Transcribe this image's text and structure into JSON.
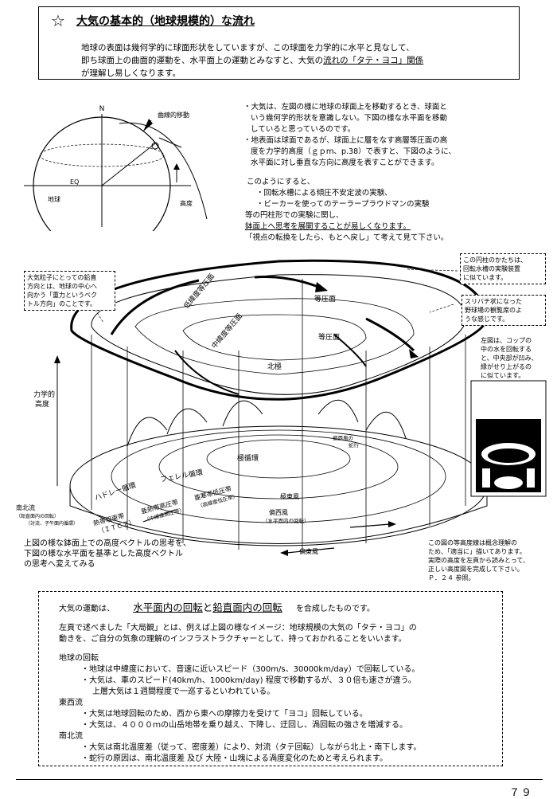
{
  "header": {
    "star": "☆",
    "title": "大気の基本的（地球規模的）な流れ",
    "intro_line1": "地球の表面は幾何学的に球面形状をしていますが、この球面を力学的に水平と見なして、",
    "intro_line2": "即ち球面上の曲面的運動を、水平面上の運動とみなすと、大気の",
    "intro_line2_u": "流れの「タテ・ヨコ」関係",
    "intro_line3": "が理解し易しくなります。"
  },
  "globe": {
    "n_label": "N",
    "curve_label": "曲線的移動",
    "eq_label": "EQ",
    "earth_label": "地球",
    "height_label": "高度"
  },
  "notes": {
    "n1": "・大気は、左図の様に地球の球面上を移動するとき、球面と",
    "n2": "いう幾何学的形状を意識しない。下図の様な水平面を移動",
    "n3": "していると思っているのです。",
    "n4": "・地表面は球面であるが、球面上に層をなす高層等圧面の高",
    "n5": "度を力学的高度（ｇｐｍ、p.38）で表すと、下図のように、",
    "n6": "水平面に対し垂直な方向に高度を表すことができます。",
    "m1": "このようにすると、",
    "m2": "・回転水槽による傾圧不安定波の実験、",
    "m3": "・ビーカーを使ってのテーラープラウドマンの実験",
    "m4": "等の円柱形での実験に関し、",
    "m5": "鉢面上へ思考を展開することが易しくなります。",
    "m6": "「視点の転換をしたら、もとへ戻し」て考えて見て下さい。"
  },
  "diagram": {
    "left_callout_1": "大気粒子にとっての鉛直",
    "left_callout_2": "方向とは、地球の中心へ",
    "left_callout_3": "向かう「重力というベク",
    "left_callout_4": "トル方向」のことです。",
    "upper_isobar": "低緯度等圧面",
    "mid_isobar": "中緯度等圧面",
    "isobar_right": "等圧面",
    "isobar_right2": "等圧面",
    "north_pole": "北極",
    "dyn_height_1": "力学的",
    "dyn_height_2": "高度",
    "hadley": "ハドレー循環",
    "ferrel": "フェレル循環",
    "polar": "極循環",
    "subtrop": "亜熱帯高圧帯",
    "subtrop_sub": "（中緯度高圧帯）",
    "subpolar": "亜寒帯低圧帯",
    "subpolar_sub": "（高緯度低圧帯）",
    "itcz_1": "熱帯収束帯",
    "itcz_2": "（ＩＴＣＺ）",
    "polar_east": "極東風",
    "westerly": "偏西風",
    "westerly_sub": "（水平面内の回転）",
    "easterly": "偏東風",
    "ns_flow_1": "南北流",
    "ns_flow_2": "（鉛直面内の回転）",
    "ns_flow_3": "（対流、子午面内循環）",
    "wave_note_1": "偏西風の",
    "wave_note_2": "蛇行",
    "rc1": "この円柱のかたちは、",
    "rc2": "回転水槽の実験装置",
    "rc3": "に似ています。",
    "rc4": "スリバチ状になった",
    "rc5": "野球場の観覧席のよ",
    "rc6": "うな感じです。",
    "rc7": "左図は、コップの",
    "rc8": "中の水を回転する",
    "rc9": "と、中央部が凹み、",
    "rc10": "縁がせり上がるの",
    "rc11": "に似ています。",
    "bl1": "上図の様な鉢面上での高度ベクトルの思考を、",
    "bl2": "下図の様な水平面を基準とした高度ベクトル",
    "bl3": "の思考へ変えてみる",
    "br1": "この図の等高度線は概念理解の",
    "br2": "ため、「適当に」描いてあります。",
    "br3": "実際の高度を左頁から読みとって、",
    "br4": "正しい高度図を完成して下さい。",
    "br5": "Ｐ．２４ 参照。"
  },
  "bottom": {
    "l1a": "大気の運動は、",
    "l1b": "水平面内の回転",
    "l1c": "と",
    "l1d": "鉛直面内の回転",
    "l1e": "を合成したものです。",
    "l2": "左頁で述べました「大局観」とは、例えば上図の様なイメージ：地球規模の大気の「タテ・ヨコ」の",
    "l3": "動きを、ご自分の気象の理解のインフラストラクチャーとして、持っておかれることをいいます。",
    "h1": "地球の回転",
    "e1": "・地球は中緯度において、音速に近いスピード（300m/s、30000km/day）で回転している。",
    "e2": "・大気は、車のスピード(40km/h、1000km/day) 程度で移動するが、３０倍も速さが違う。",
    "e3": "上層大気は１週間程度で一巡するといわれている。",
    "h2": "東西流",
    "w1": "・大気は地球回転のため、西から東への摩擦力を受けて「ヨコ」回転している。",
    "w2": "・大気は、４０００ｍの山岳地帯を乗り越え、下降し、迂回し、渦回転の強さを増減する。",
    "h3": "南北流",
    "s1": "・大気は南北温度差（従って、密度差）により、対流（タテ回転）しながら北上・南下します。",
    "s2": "・蛇行の原因は、南北温度差 及び 大陸・山塊による渦度変化のためと考えられます。"
  },
  "footer": {
    "page": "７９"
  }
}
